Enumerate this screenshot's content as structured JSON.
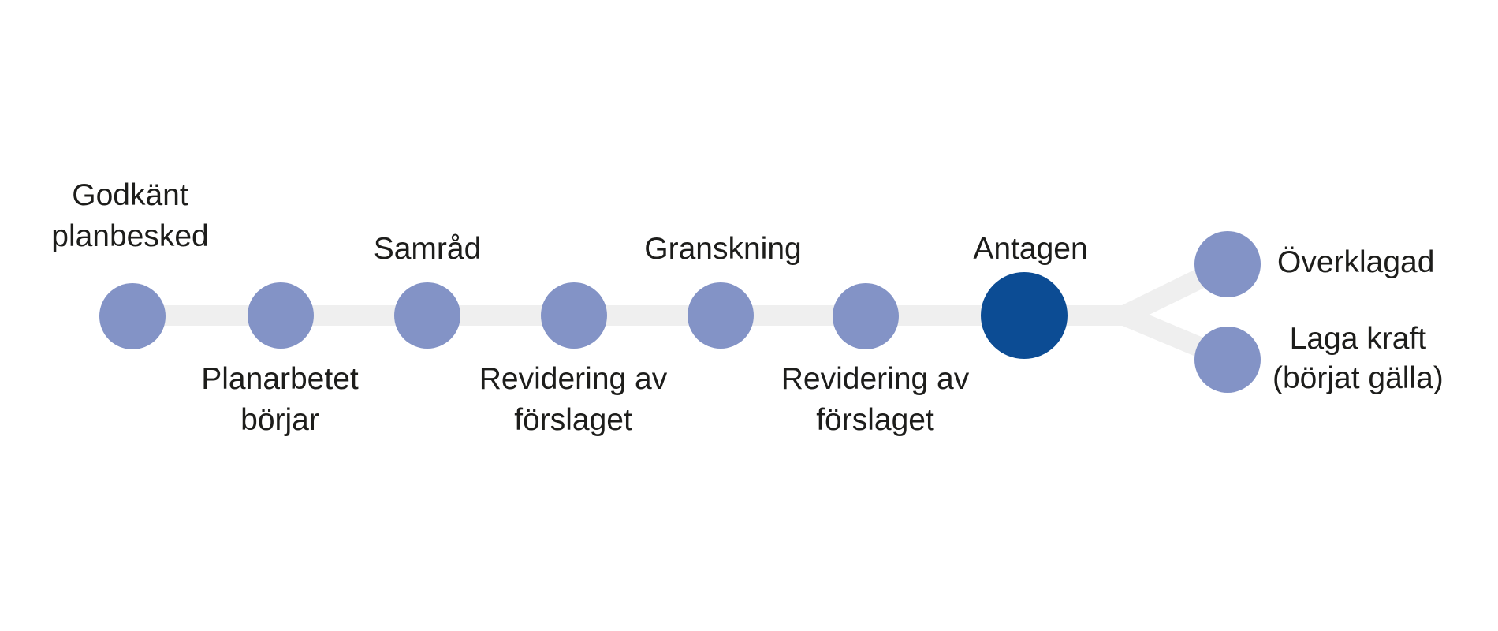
{
  "diagram": {
    "type": "process-flow",
    "language": "sv",
    "colors": {
      "node": "#8393c6",
      "node_active": "#0c4c94",
      "track": "#efefef",
      "text": "#1d1d1b",
      "background": "#ffffff"
    },
    "stages": [
      {
        "label": "Godkänt\nplanbesked",
        "state": "default",
        "label_position": "above"
      },
      {
        "label": "Planarbetet\nbörjar",
        "state": "default",
        "label_position": "below"
      },
      {
        "label": "Samråd",
        "state": "default",
        "label_position": "above"
      },
      {
        "label": "Revidering av\nförslaget",
        "state": "default",
        "label_position": "below"
      },
      {
        "label": "Granskning",
        "state": "default",
        "label_position": "above"
      },
      {
        "label": "Revidering av\nförslaget",
        "state": "default",
        "label_position": "below"
      },
      {
        "label": "Antagen",
        "state": "highlighted",
        "label_position": "above"
      },
      {
        "label": "Överklagad",
        "state": "default",
        "label_position": "right",
        "branch": "upper"
      },
      {
        "label": "Laga kraft\n(börjat gälla)",
        "state": "default",
        "label_position": "right",
        "branch": "lower"
      }
    ]
  }
}
